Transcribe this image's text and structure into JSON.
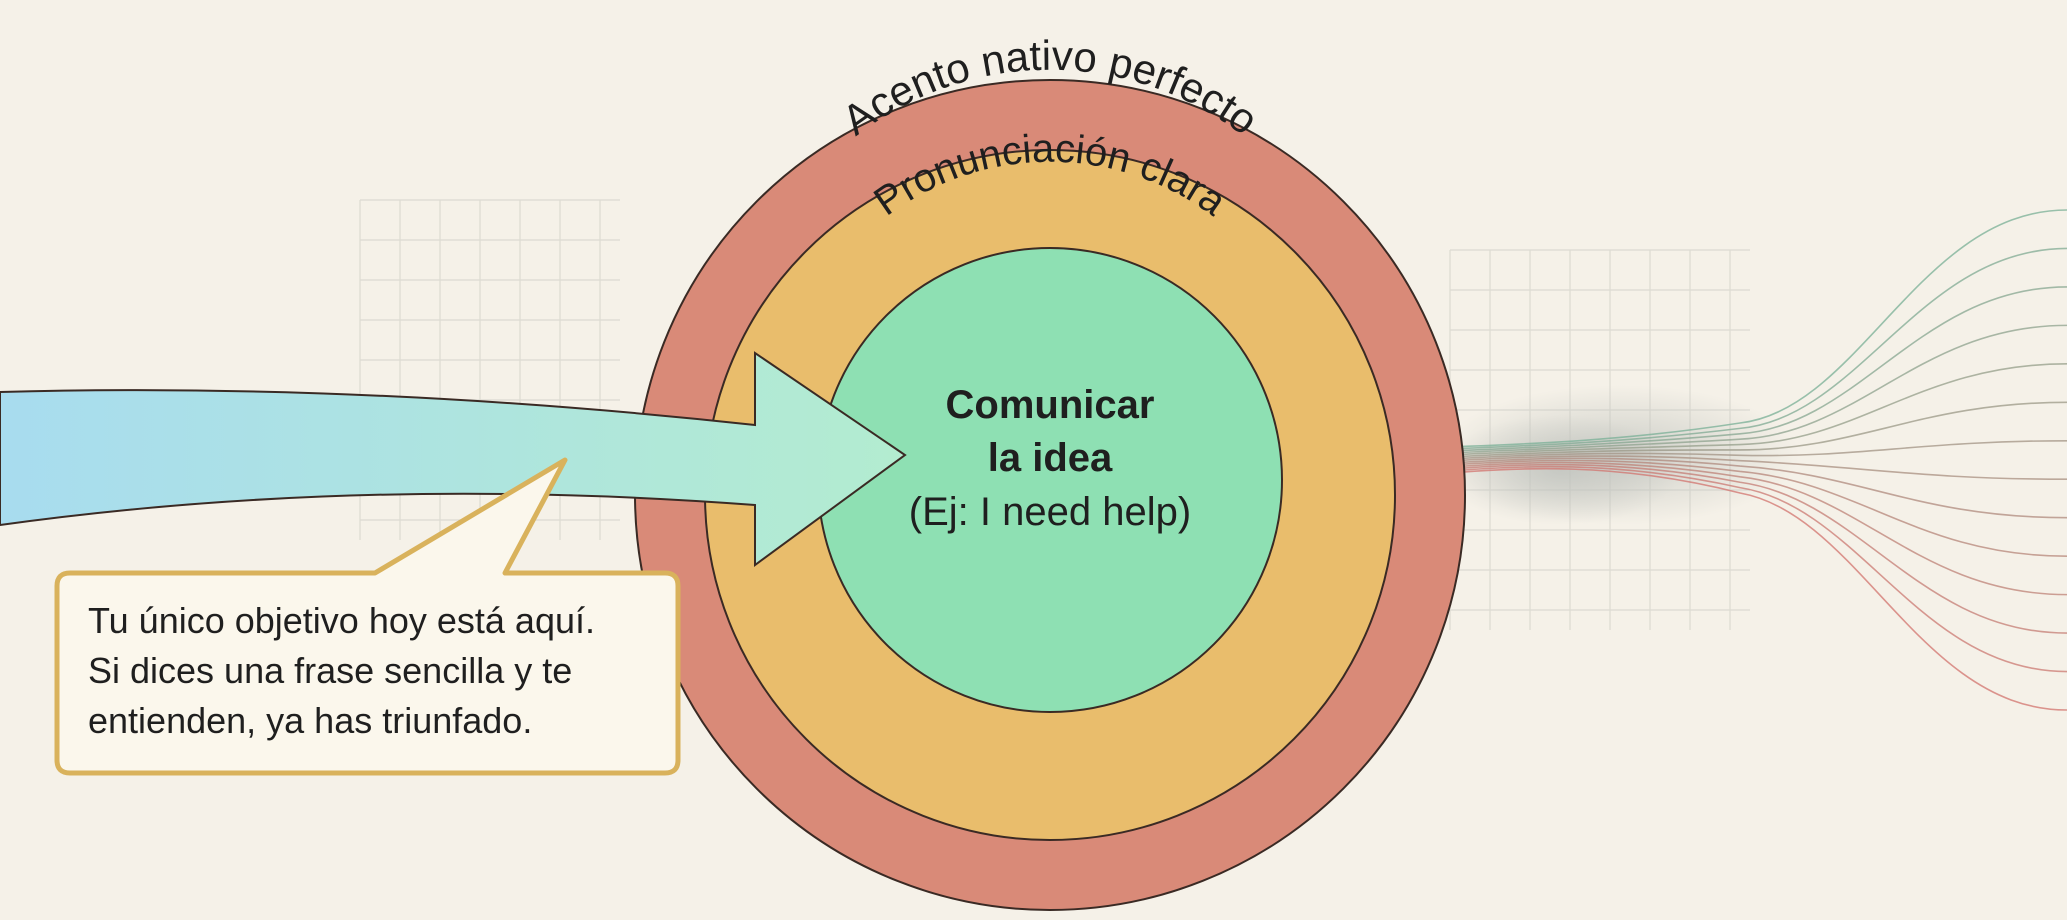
{
  "rings": {
    "outer_label": "Acento nativo perfecto",
    "middle_label": "Pronunciación clara",
    "center_title_line1": "Comunicar",
    "center_title_line2": "la idea",
    "center_example": "(Ej: I need help)"
  },
  "callout": {
    "line1": "Tu único objetivo hoy está aquí.",
    "line2": "Si dices una frase sencilla y te",
    "line3": "entienden, ya has triunfado."
  },
  "colors": {
    "background": "#f5f1e8",
    "outer_ring": "#d98a78",
    "middle_ring": "#e9bd6c",
    "center": "#8ee0b3",
    "callout_border": "#d9b25c",
    "callout_fill": "#fbf7ec",
    "arrow_start": "#a8dcef",
    "arrow_end": "#b3ecd0",
    "text": "#1f1f1f"
  }
}
